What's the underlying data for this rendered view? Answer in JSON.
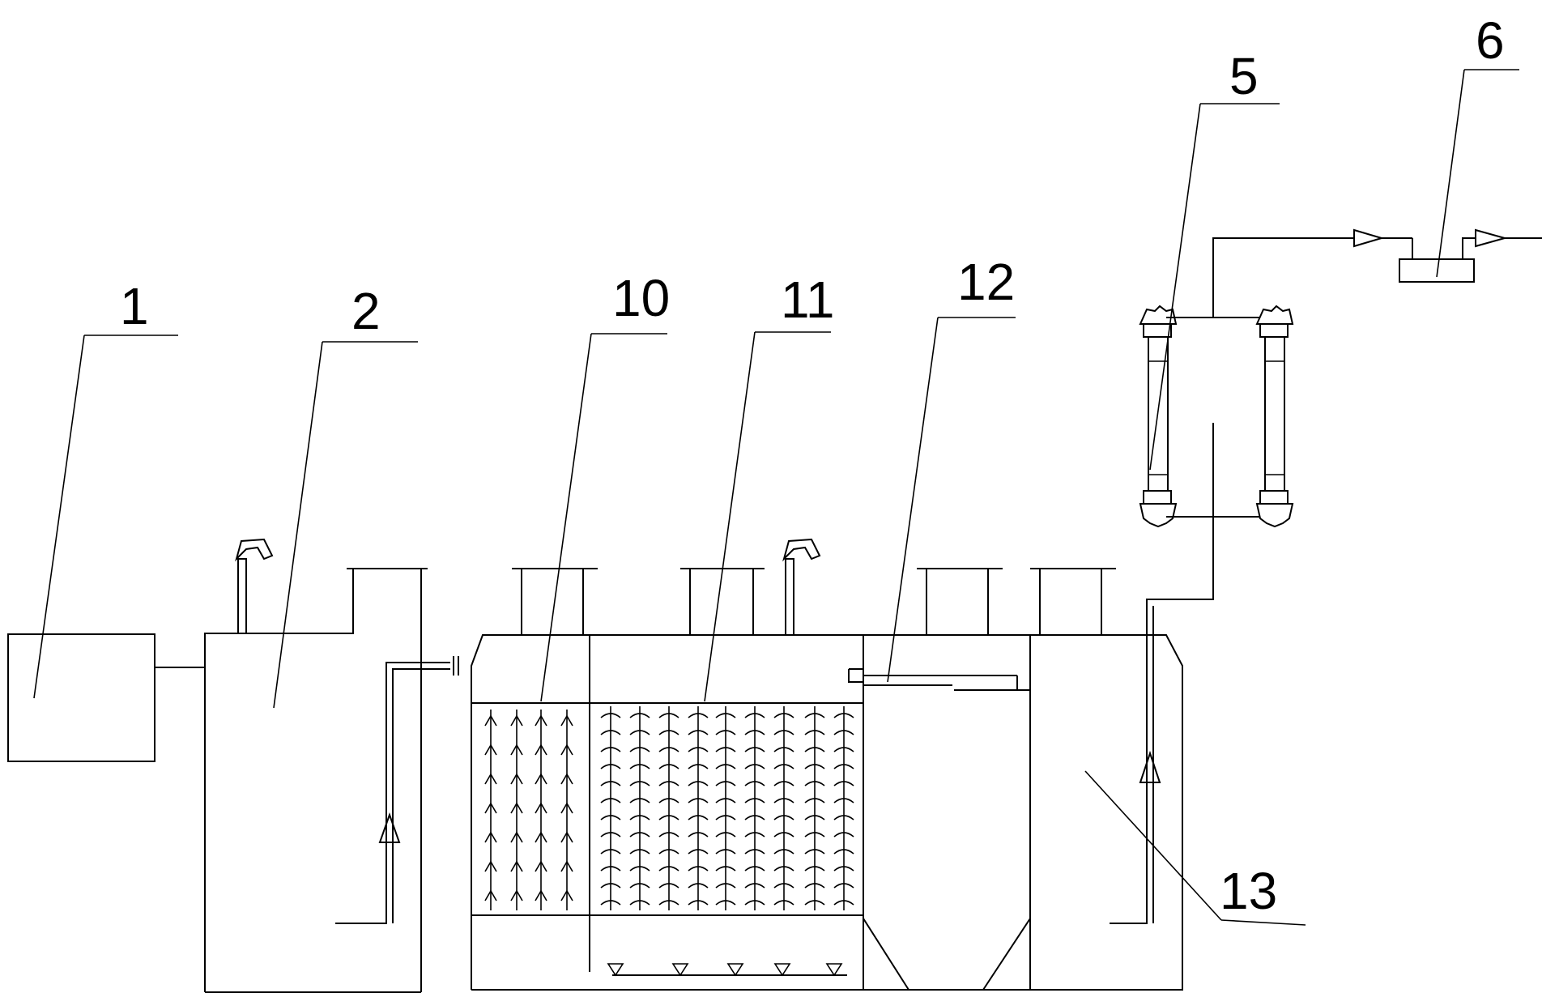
{
  "labels": {
    "l1": "1",
    "l2": "2",
    "l10": "10",
    "l11": "11",
    "l12": "12",
    "l13": "13",
    "l5": "5",
    "l6": "6"
  }
}
